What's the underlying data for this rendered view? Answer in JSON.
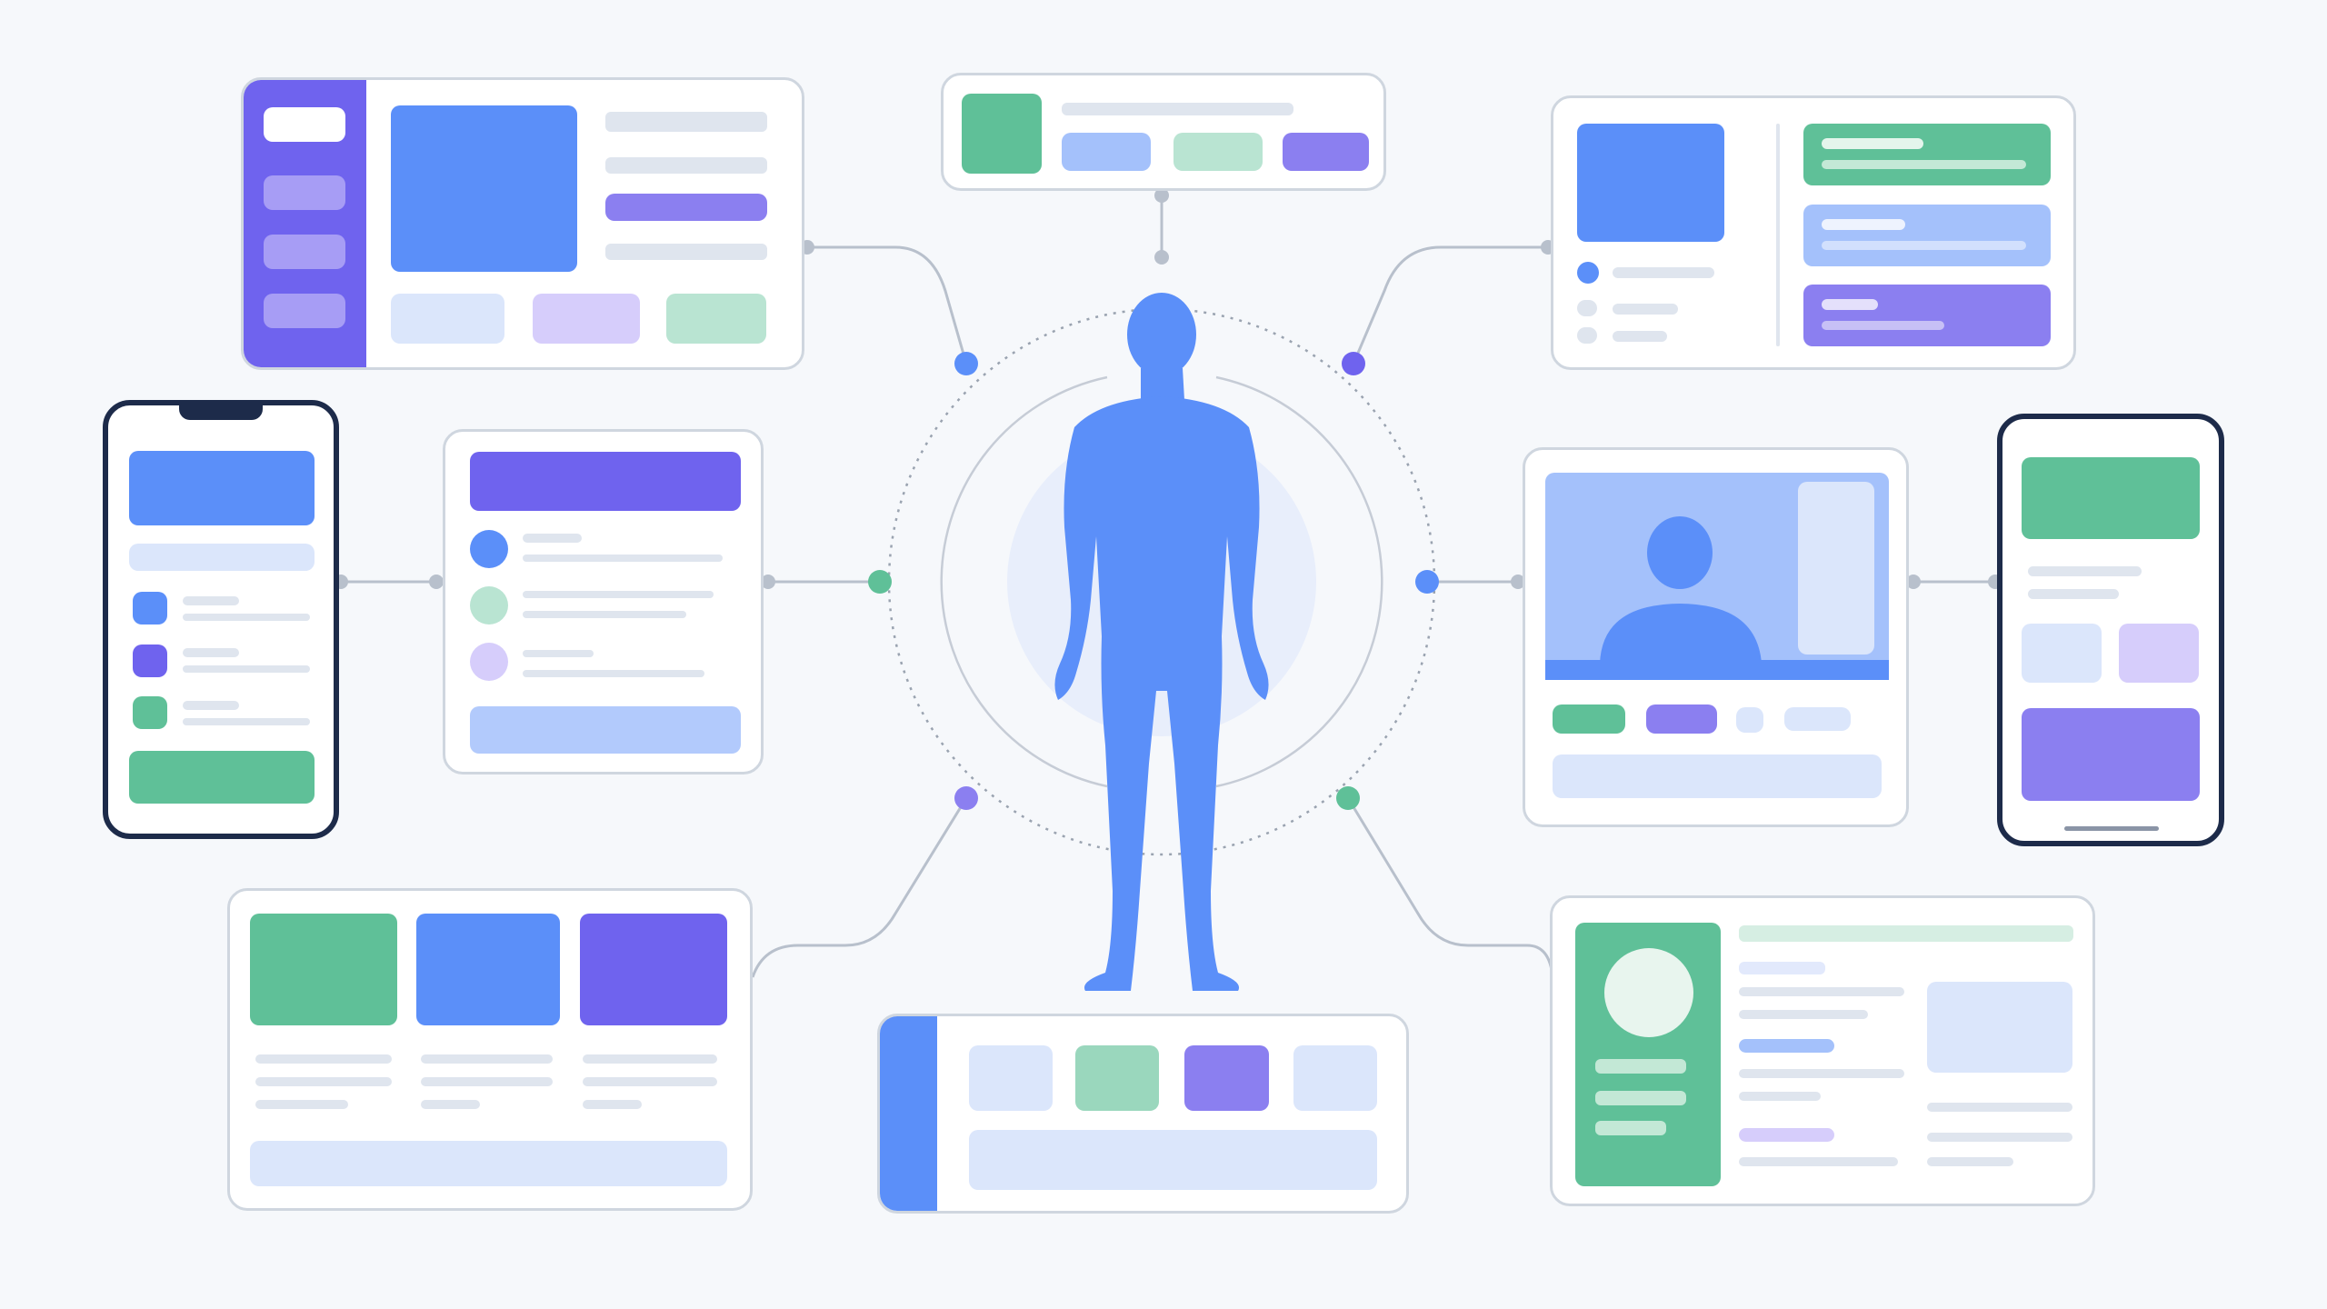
{
  "palette": {
    "primary_blue": "#5b8ff9",
    "purple": "#6f63ee",
    "green": "#5fc098",
    "connector_gray": "#b8c0cc",
    "background": "#f6f8fb"
  },
  "icons": {
    "center": "human-silhouette-icon",
    "avatar": "person-avatar-icon"
  },
  "hub_nodes": [
    {
      "name": "top-left",
      "color": "#5b8ff9"
    },
    {
      "name": "top-right",
      "color": "#6f63ee"
    },
    {
      "name": "left",
      "color": "#5fc098"
    },
    {
      "name": "right",
      "color": "#5b8ff9"
    },
    {
      "name": "bottom-left",
      "color": "#8b7ff0"
    },
    {
      "name": "bottom-right",
      "color": "#5fc098"
    }
  ]
}
